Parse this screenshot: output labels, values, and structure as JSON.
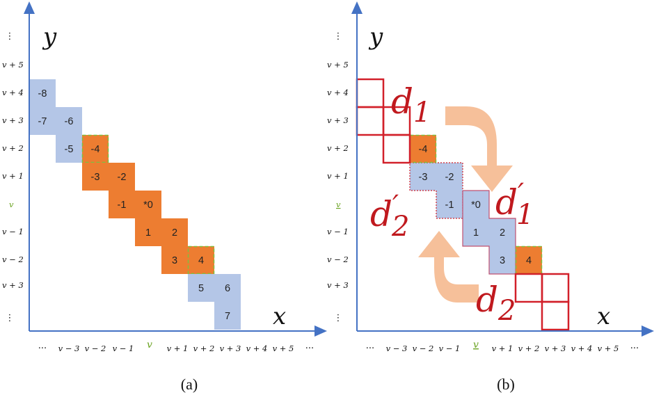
{
  "dots": "⋮",
  "xdots": "···",
  "colors": {
    "axis": "#4472c4",
    "blue_cell": "#b4c6e7",
    "orange_cell": "#ed7d31",
    "green_dash": "#7fbf3f",
    "red": "#d2202a",
    "arrow": "#f6c09a",
    "v_green": "#6aa321"
  },
  "panel_a": {
    "caption": "(a)",
    "y_axis_name": "y",
    "x_axis_name": "x",
    "y_labels": [
      "v + 5",
      "v + 4",
      "v + 3",
      "v + 2",
      "v + 1",
      "v",
      "v − 1",
      "v − 2",
      "v + 3"
    ],
    "x_labels": [
      "v − 3",
      "v − 2",
      "v − 1",
      "v",
      "v + 1",
      "v + 2",
      "v + 3",
      "v + 4",
      "v + 5"
    ],
    "cells": [
      "-8",
      "-7",
      "-6",
      "-5",
      "-4",
      "-3",
      "-2",
      "-1",
      "*0",
      "1",
      "2",
      "3",
      "4",
      "5",
      "6",
      "7"
    ]
  },
  "panel_b": {
    "caption": "(b)",
    "y_axis_name": "y",
    "x_axis_name": "x",
    "y_labels": [
      "v + 5",
      "v + 4",
      "v + 3",
      "v + 2",
      "v + 1",
      "v",
      "v − 1",
      "v − 2",
      "v + 3"
    ],
    "x_labels": [
      "v − 3",
      "v − 2",
      "v − 1",
      "v",
      "v + 1",
      "v + 2",
      "v + 3",
      "v + 4",
      "v + 5"
    ],
    "cells": [
      "-4",
      "-3",
      "-2",
      "-1",
      "*0",
      "1",
      "2",
      "3",
      "4"
    ],
    "d1": {
      "base": "d",
      "sub": "1"
    },
    "d1p": {
      "base": "d",
      "prime": "′",
      "sub": "1"
    },
    "d2p": {
      "base": "d",
      "prime": "′",
      "sub": "2"
    },
    "d2": {
      "base": "d",
      "sub": "2"
    }
  }
}
